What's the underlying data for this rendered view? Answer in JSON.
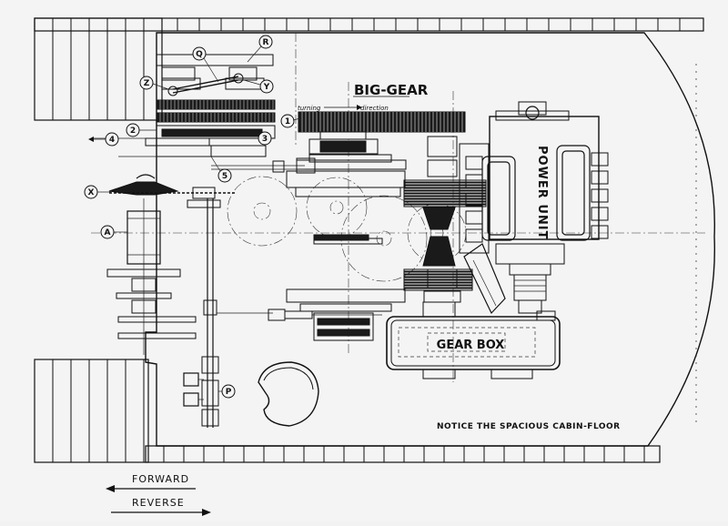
{
  "labels": {
    "big_gear": "BIG-GEAR",
    "turning": "turning",
    "direction": "direction",
    "power_unit": "POWER UNIT",
    "gear_box": "GEAR BOX",
    "note": "NOTICE THE SPACIOUS CABIN-FLOOR",
    "forward": "FORWARD",
    "reverse": "REVERSE"
  },
  "markers": {
    "q": "Q",
    "r": "R",
    "z": "Z",
    "y": "Y",
    "one": "1",
    "two": "2",
    "three": "3",
    "four": "4",
    "five": "5",
    "x": "X",
    "a": "A",
    "p": "P"
  }
}
